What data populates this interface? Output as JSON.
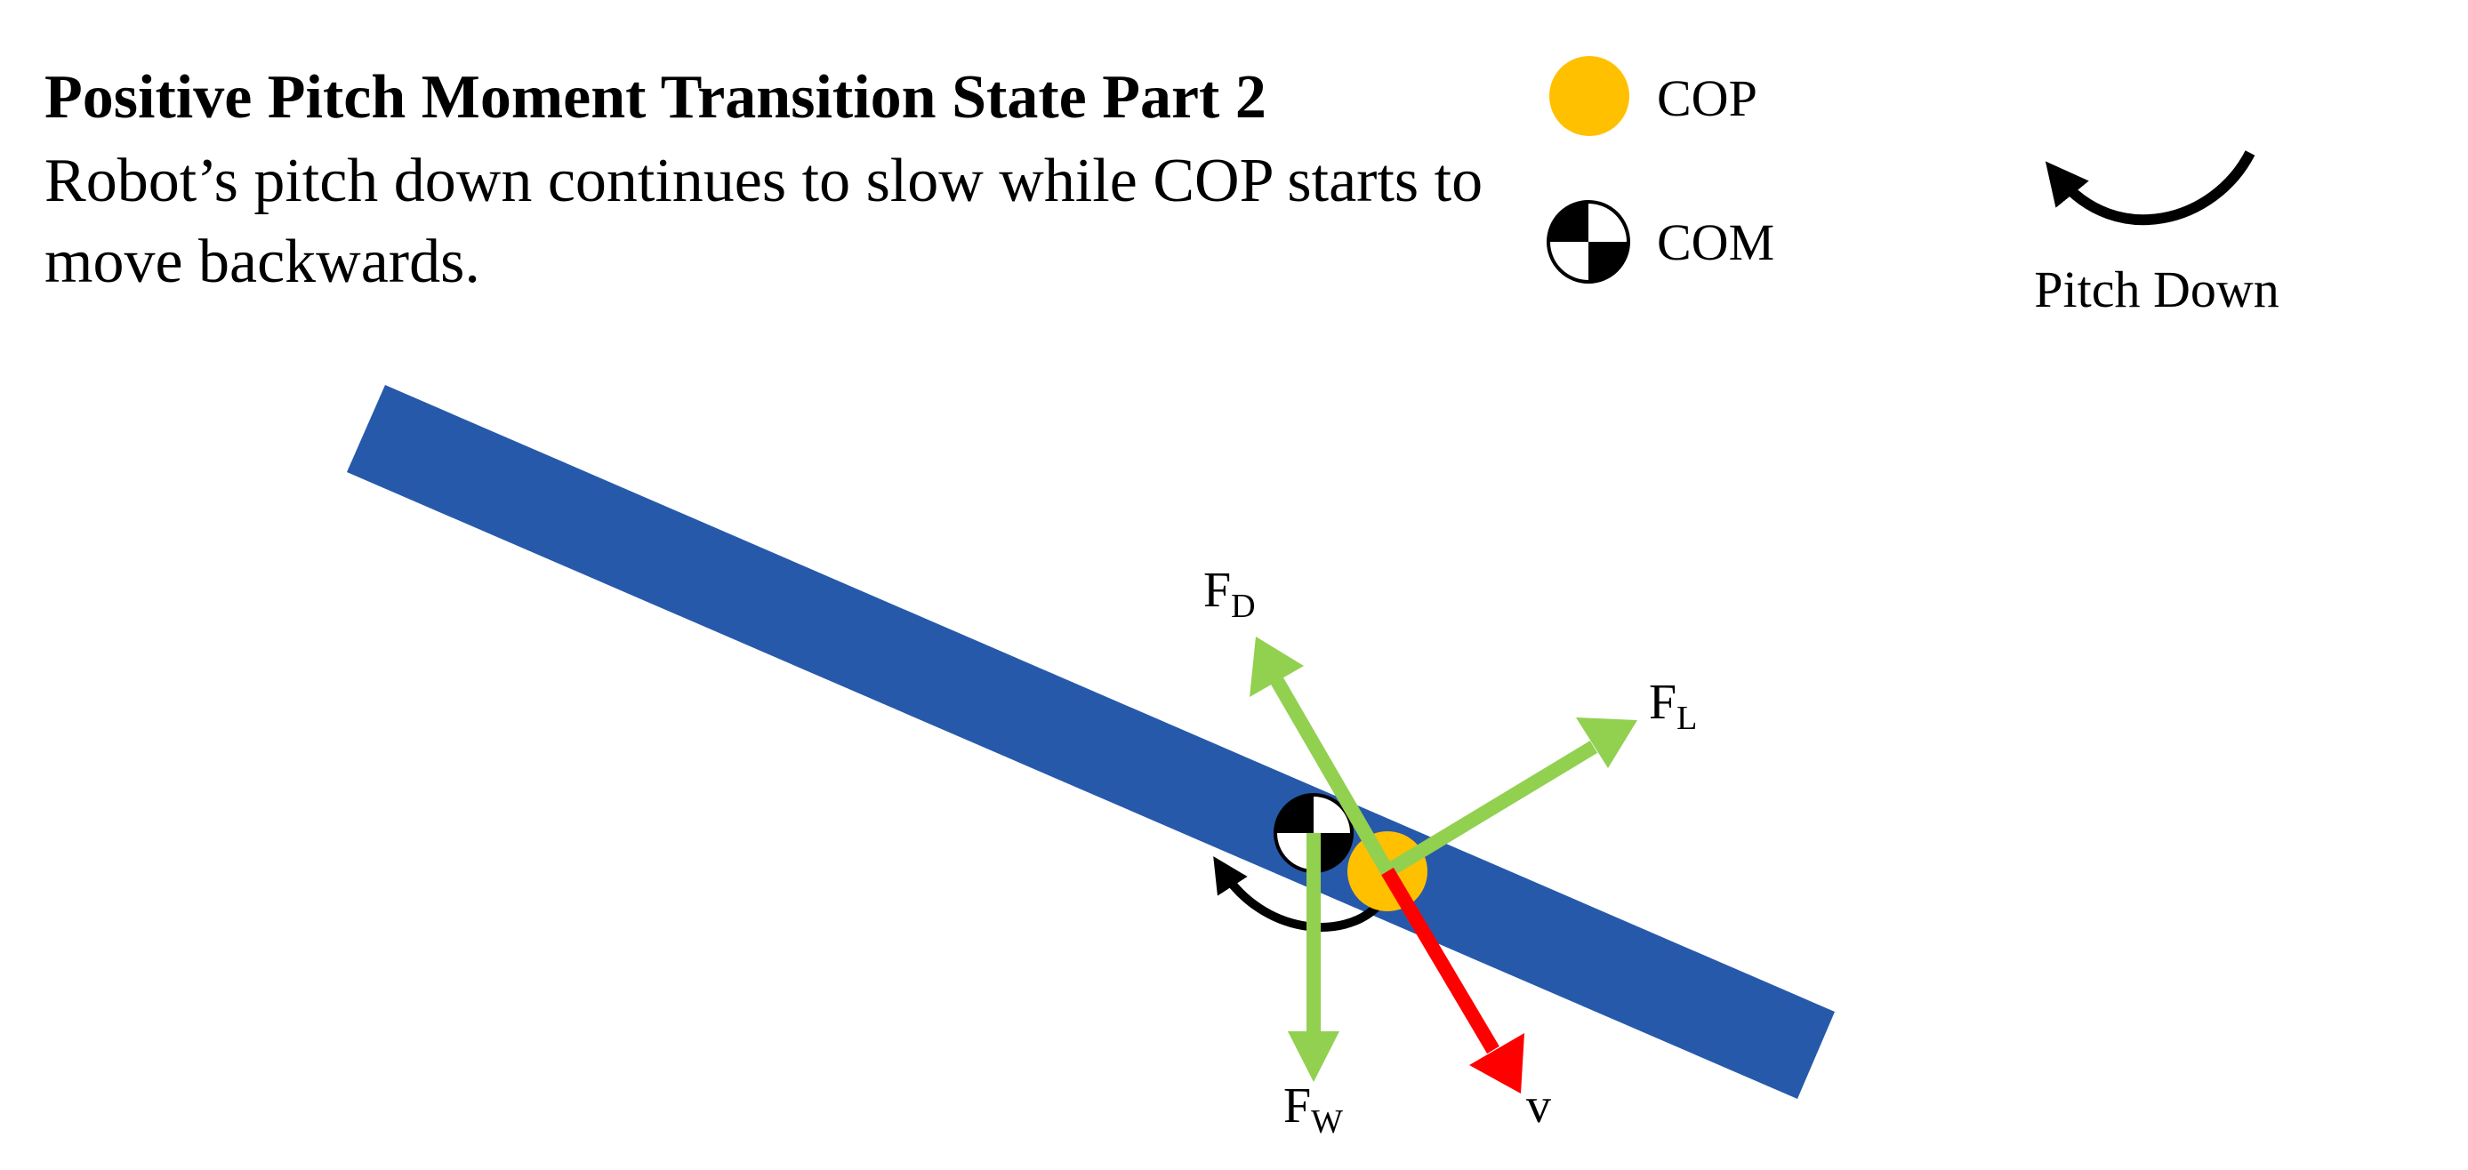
{
  "header": {
    "title": "Positive Pitch Moment Transition State Part 2",
    "subtitle": "Robot’s pitch down continues to slow while COP starts to move backwards."
  },
  "legend": {
    "cop_label": "COP",
    "com_label": "COM",
    "pitch_label": "Pitch Down"
  },
  "forces": {
    "drag": {
      "base": "F",
      "sub": "D"
    },
    "lift": {
      "base": "F",
      "sub": "L"
    },
    "weight": {
      "base": "F",
      "sub": "W"
    },
    "velocity": {
      "base": "v"
    }
  },
  "colors": {
    "body": "#2759AB",
    "cop": "#FFC000",
    "force_arrow": "#92D050",
    "velocity_arrow": "#FF0000",
    "pitch_arrow": "#000000",
    "com_dark": "#000000",
    "com_light": "#FFFFFF"
  }
}
